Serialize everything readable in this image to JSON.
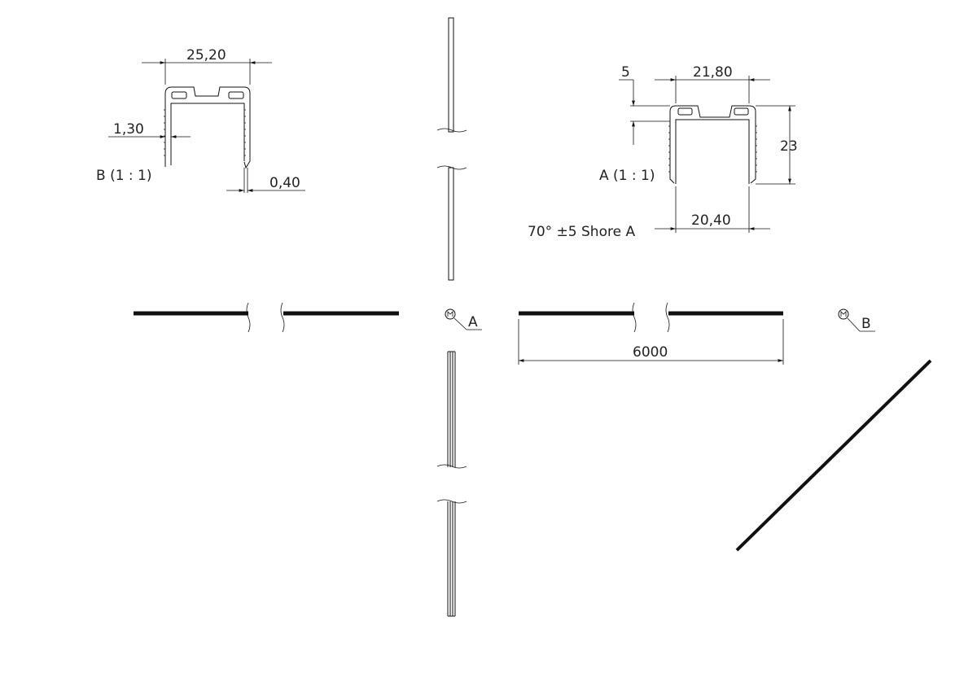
{
  "detail_b": {
    "scale_label": "B (1 : 1)",
    "dim_width": "25,20",
    "dim_wall": "1,30",
    "dim_lip": "0,40"
  },
  "detail_a": {
    "scale_label": "A (1 : 1)",
    "dim_top": "5",
    "dim_width": "21,80",
    "dim_height": "23",
    "dim_inner": "20,40",
    "hardness": "70° ±5 Shore A"
  },
  "callouts": {
    "a": "A",
    "b": "B"
  },
  "length_dim": "6000"
}
